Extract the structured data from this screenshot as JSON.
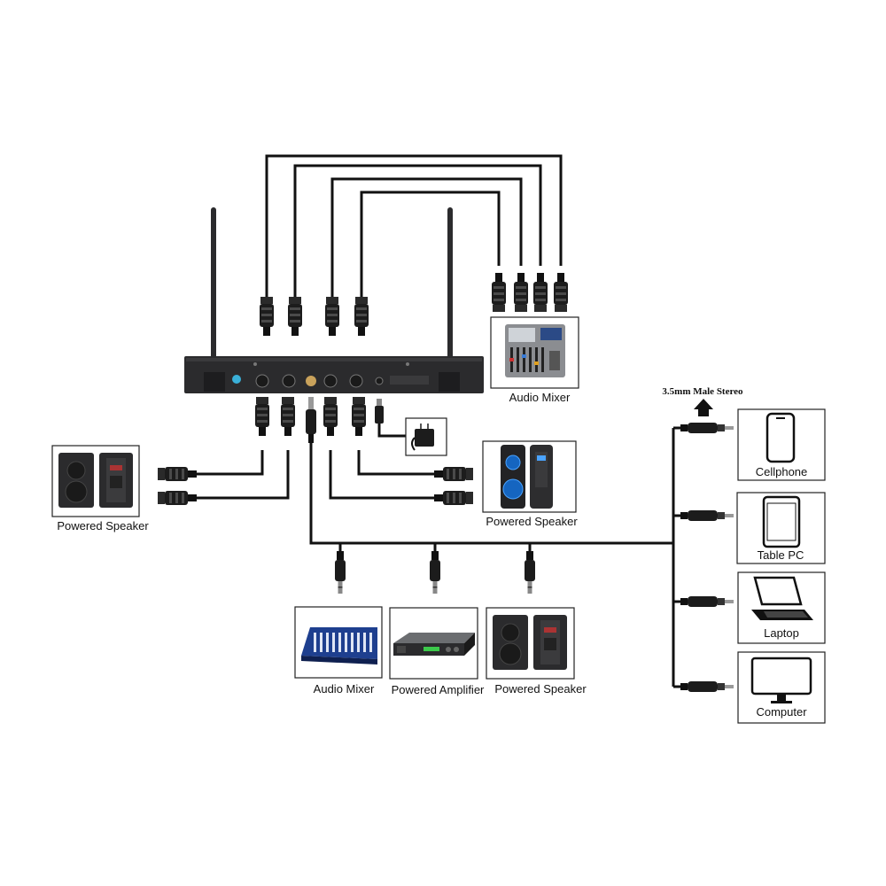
{
  "labels": {
    "audio_mixer_top": "Audio Mixer",
    "powered_speaker_left": "Powered Speaker",
    "powered_speaker_right": "Powered Speaker",
    "audio_mixer_bottom": "Audio Mixer",
    "powered_amplifier": "Powered Amplifier",
    "powered_speaker_bottom": "Powered Speaker",
    "stereo_label": "3.5mm Male Stereo",
    "cellphone": "Cellphone",
    "tablet": "Table PC",
    "laptop": "Laptop",
    "computer": "Computer"
  },
  "icons": {
    "receiver": "wireless-receiver-icon",
    "xlr": "xlr-connector-icon",
    "jack": "trs-jack-icon",
    "adapter": "power-adapter-icon"
  },
  "colors": {
    "cable": "#111111",
    "device": "#2b2b2d",
    "mixer_blue": "#1e3f8f"
  }
}
